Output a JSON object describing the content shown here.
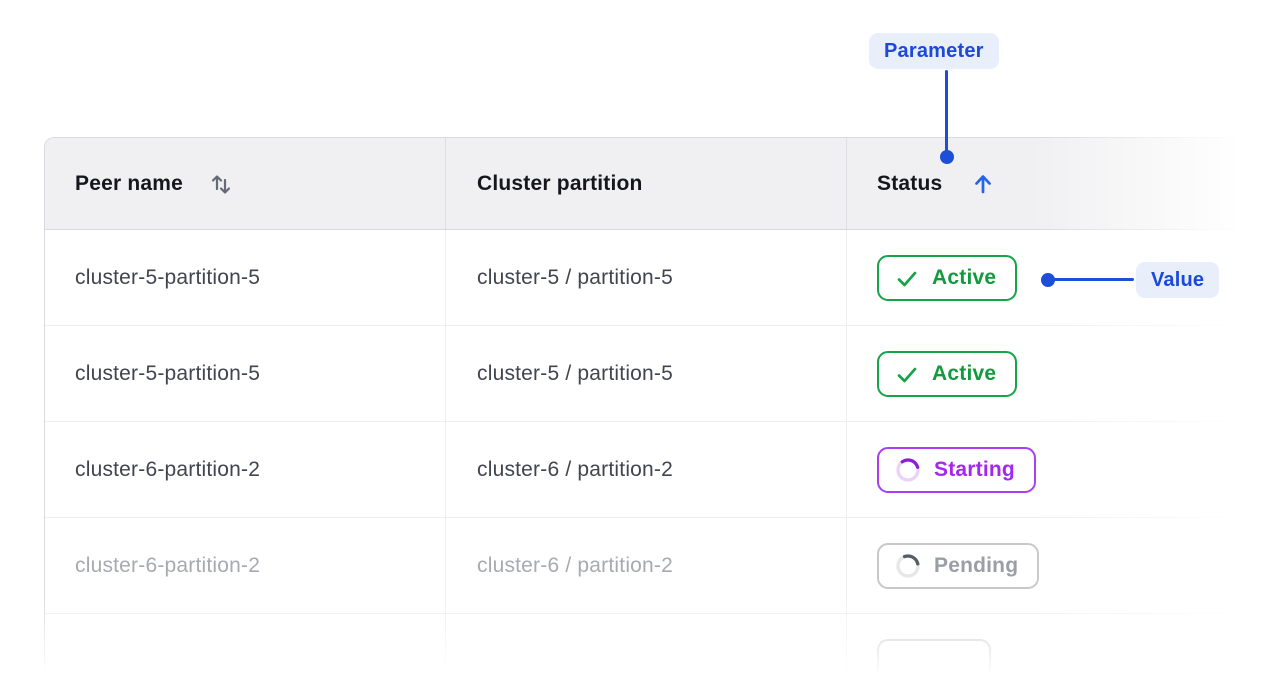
{
  "annotations": {
    "parameter_label": "Parameter",
    "value_label": "Value"
  },
  "table": {
    "columns": [
      {
        "label": "Peer name",
        "sortable": true,
        "sort": "none"
      },
      {
        "label": "Cluster partition",
        "sortable": false
      },
      {
        "label": "Status",
        "sortable": true,
        "sort": "ascending"
      }
    ],
    "rows": [
      {
        "peer_name": "cluster-5-partition-5",
        "cluster_partition": "cluster-5 / partition-5",
        "status": "Active"
      },
      {
        "peer_name": "cluster-5-partition-5",
        "cluster_partition": "cluster-5 / partition-5",
        "status": "Active"
      },
      {
        "peer_name": "cluster-6-partition-2",
        "cluster_partition": "cluster-6 / partition-2",
        "status": "Starting"
      },
      {
        "peer_name": "cluster-6-partition-2",
        "cluster_partition": "cluster-6 / partition-2",
        "status": "Pending"
      },
      {
        "peer_name": "",
        "cluster_partition": "",
        "status": ""
      }
    ]
  },
  "icons": {
    "sort_both": "up-down-arrows",
    "sort_ascending": "up-arrow",
    "active": "checkmark",
    "starting": "spinner",
    "pending": "spinner"
  },
  "colors": {
    "annotation_blue": "#1d4ed8",
    "annotation_pill_bg": "#e9eefb",
    "sort_arrow_blue": "#2563eb",
    "status_active_green": "#16a34a",
    "status_starting_purple": "#a228f0",
    "status_pending_gray": "#9a9ea6",
    "header_bg": "#f0f0f2",
    "header_text": "#15171c",
    "cell_text": "#41454f",
    "muted_cell_text": "#a7aab1",
    "table_border": "#d9d9dd"
  }
}
